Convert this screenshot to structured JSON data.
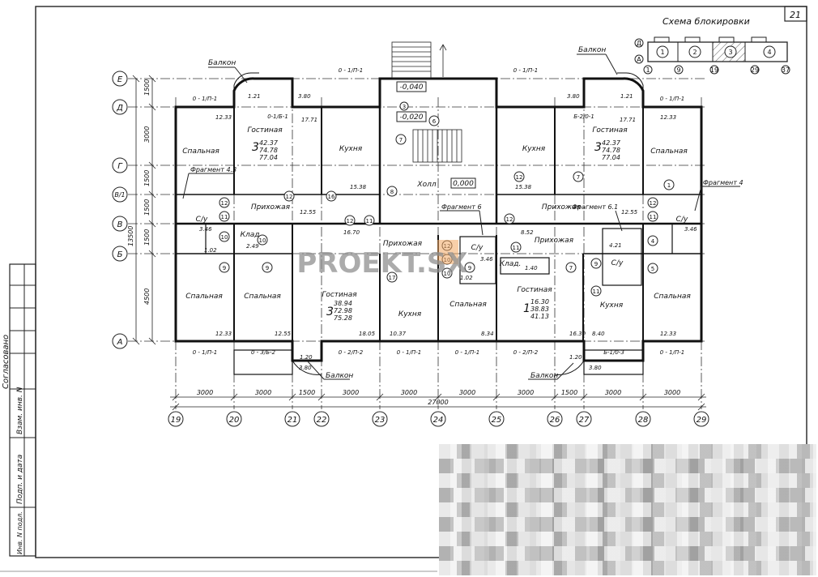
{
  "sheet": {
    "number": "21"
  },
  "scheme": {
    "title": "Схема блокировки",
    "rows": [
      "Д",
      "А"
    ],
    "sections": [
      "1",
      "2",
      "3",
      "4"
    ],
    "axes": [
      "1",
      "9",
      "19",
      "29",
      "37"
    ]
  },
  "watermark": "PROEKT.SX",
  "side_stamp": {
    "agreed": "Согласовано",
    "cells": [
      "Взам. инв. N",
      "Подп. и дата",
      "Инв. N подл."
    ]
  },
  "row_axes": [
    "Е",
    "Д",
    "Г",
    "В/1",
    "В",
    "Б",
    "А"
  ],
  "row_dims": [
    "1500",
    "3000",
    "1500",
    "1500",
    "1500",
    "4500"
  ],
  "row_total": "13500",
  "col_axes": [
    "19",
    "20",
    "21",
    "22",
    "23",
    "24",
    "25",
    "26",
    "27",
    "28",
    "29"
  ],
  "col_dims": [
    "3000",
    "3000",
    "1500",
    "3000",
    "3000",
    "3000",
    "3000",
    "1500",
    "3000",
    "3000"
  ],
  "col_total": "27000",
  "elevations": [
    "-0,040",
    "-0,020",
    "0,000"
  ],
  "room_labels": {
    "living": "Гостиная",
    "bedroom": "Спальная",
    "kitchen": "Кухня",
    "hall": "Прихожая",
    "foyer": "Холл",
    "bath": "С/у",
    "storage": "Клад.",
    "balcony": "Балкон"
  },
  "fragments": [
    "Фрагмент 4.3",
    "Фрагмент 6",
    "Фрагмент 6.1",
    "Фрагмент 4"
  ],
  "apartments": [
    {
      "rooms": "3",
      "living_area": "42.37",
      "area": "74.78",
      "total": "77.04"
    },
    {
      "rooms": "3",
      "living_area": "42.37",
      "area": "74.78",
      "total": "77.04"
    },
    {
      "rooms": "3",
      "living_area": "38.94",
      "area": "72.98",
      "total": "75.28"
    },
    {
      "rooms": "1",
      "living_area": "16.30",
      "area": "38.83",
      "total": "41.13"
    }
  ],
  "window_marks": [
    "0 - 1/П-1",
    "0-1/Б-1",
    "Б-2/0-1",
    "0 - 3/Б-2",
    "0 - 2/П-2",
    "Б-1/0-3"
  ],
  "areas": [
    "12.33",
    "17.71",
    "15.38",
    "12.55",
    "16.70",
    "3.46",
    "1.02",
    "2.49",
    "18.05",
    "10.37",
    "8.34",
    "16.30",
    "8.40",
    "8.52",
    "4.21",
    "1.40",
    "3.80",
    "1.21",
    "1.20"
  ],
  "circled_marks": [
    "1",
    "3",
    "4",
    "5",
    "6",
    "7",
    "8",
    "9",
    "10",
    "11",
    "12",
    "16",
    "17"
  ]
}
